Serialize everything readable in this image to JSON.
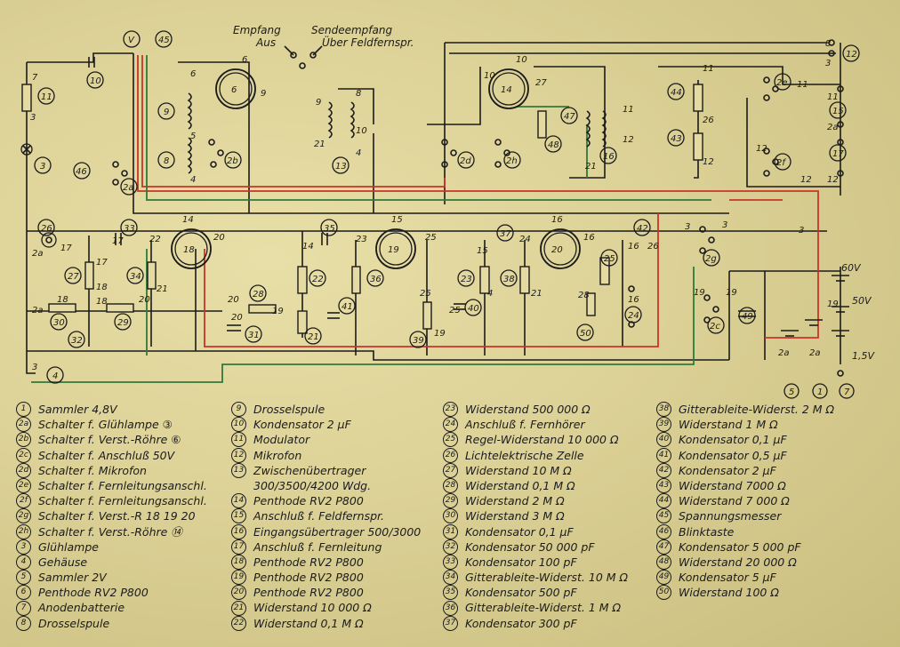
{
  "header": {
    "label_a": "Empfang",
    "label_b": "Sendeempfang",
    "label_c": "Aus",
    "label_d": "Über Feldfernspr."
  },
  "voltages": {
    "v60": "60V",
    "v50": "50V",
    "v15": "1,5V"
  },
  "corner_refs": [
    "5",
    "1",
    "7"
  ],
  "component_numbers": {
    "n1": "1",
    "n2a": "2a",
    "n2b": "2b",
    "n2c": "2c",
    "n2d": "2d",
    "n2e": "2e",
    "n2f": "2f",
    "n2g": "2g",
    "n2h": "2h",
    "n3": "3",
    "n4": "4",
    "n5": "5",
    "n6": "6",
    "n7": "7",
    "n8": "8",
    "n9": "9",
    "n10": "10",
    "n11": "11",
    "n12": "12",
    "n13": "13",
    "n14": "14",
    "n15": "15",
    "n16": "16",
    "n17": "17",
    "n18": "18",
    "n19": "19",
    "n20": "20",
    "n21": "21",
    "n22": "22",
    "n23": "23",
    "n24": "24",
    "n25": "25",
    "n26": "26",
    "n27": "27",
    "n28": "28",
    "n29": "29",
    "n30": "30",
    "n31": "31",
    "n32": "32",
    "n33": "33",
    "n34": "34",
    "n35": "35",
    "n36": "36",
    "n37": "37",
    "n38": "38",
    "n39": "39",
    "n40": "40",
    "n41": "41",
    "n42": "42",
    "n43": "43",
    "n44": "44",
    "n45": "45",
    "n46": "46",
    "n47": "47",
    "n48": "48",
    "n49": "49",
    "n50": "50"
  },
  "legend": {
    "col1": [
      {
        "num": "1",
        "text": "Sammler 4,8V"
      },
      {
        "num": "2a",
        "text": "Schalter f. Glühlampe ③"
      },
      {
        "num": "2b",
        "text": "Schalter f. Verst.-Röhre ⑥"
      },
      {
        "num": "2c",
        "text": "Schalter f. Anschluß 50V"
      },
      {
        "num": "2d",
        "text": "Schalter f. Mikrofon"
      },
      {
        "num": "2e",
        "text": "Schalter f. Fernleitungsanschl."
      },
      {
        "num": "2f",
        "text": "Schalter f. Fernleitungsanschl."
      },
      {
        "num": "2g",
        "text": "Schalter f. Verst.-R 18 19 20"
      },
      {
        "num": "2h",
        "text": "Schalter f. Verst.-Röhre ⑭"
      },
      {
        "num": "3",
        "text": "Glühlampe"
      },
      {
        "num": "4",
        "text": "Gehäuse"
      },
      {
        "num": "5",
        "text": "Sammler 2V"
      },
      {
        "num": "6",
        "text": "Penthode RV2 P800"
      },
      {
        "num": "7",
        "text": "Anodenbatterie"
      },
      {
        "num": "8",
        "text": "Drosselspule"
      }
    ],
    "col2": [
      {
        "num": "9",
        "text": "Drosselspule"
      },
      {
        "num": "10",
        "text": "Kondensator 2 µF"
      },
      {
        "num": "11",
        "text": "Modulator"
      },
      {
        "num": "12",
        "text": "Mikrofon"
      },
      {
        "num": "13",
        "text": "Zwischenübertrager"
      },
      {
        "num": "",
        "text": "300/3500/4200 Wdg."
      },
      {
        "num": "14",
        "text": "Penthode RV2 P800"
      },
      {
        "num": "15",
        "text": "Anschluß f. Feldfernspr."
      },
      {
        "num": "16",
        "text": "Eingangsübertrager 500/3000"
      },
      {
        "num": "17",
        "text": "Anschluß f. Fernleitung"
      },
      {
        "num": "18",
        "text": "Penthode RV2 P800"
      },
      {
        "num": "19",
        "text": "Penthode RV2 P800"
      },
      {
        "num": "20",
        "text": "Penthode RV2 P800"
      },
      {
        "num": "21",
        "text": "Widerstand 10 000 Ω"
      },
      {
        "num": "22",
        "text": "Widerstand 0,1 M Ω"
      }
    ],
    "col3": [
      {
        "num": "23",
        "text": "Widerstand 500 000 Ω"
      },
      {
        "num": "24",
        "text": "Anschluß f. Fernhörer"
      },
      {
        "num": "25",
        "text": "Regel-Widerstand 10 000 Ω"
      },
      {
        "num": "26",
        "text": "Lichtelektrische Zelle"
      },
      {
        "num": "27",
        "text": "Widerstand 10 M Ω"
      },
      {
        "num": "28",
        "text": "Widerstand 0,1 M Ω"
      },
      {
        "num": "29",
        "text": "Widerstand 2 M Ω"
      },
      {
        "num": "30",
        "text": "Widerstand 3 M Ω"
      },
      {
        "num": "31",
        "text": "Kondensator 0,1 µF"
      },
      {
        "num": "32",
        "text": "Kondensator 50 000 pF"
      },
      {
        "num": "33",
        "text": "Kondensator 100 pF"
      },
      {
        "num": "34",
        "text": "Gitterableite-Widerst. 10 M Ω"
      },
      {
        "num": "35",
        "text": "Kondensator 500 pF"
      },
      {
        "num": "36",
        "text": "Gitterableite-Widerst. 1 M Ω"
      },
      {
        "num": "37",
        "text": "Kondensator 300 pF"
      }
    ],
    "col4": [
      {
        "num": "38",
        "text": "Gitterableite-Widerst. 2 M Ω"
      },
      {
        "num": "39",
        "text": "Widerstand 1 M Ω"
      },
      {
        "num": "40",
        "text": "Kondensator 0,1 µF"
      },
      {
        "num": "41",
        "text": "Kondensator 0,5 µF"
      },
      {
        "num": "42",
        "text": "Kondensator 2 µF"
      },
      {
        "num": "43",
        "text": "Widerstand 7000 Ω"
      },
      {
        "num": "44",
        "text": "Widerstand 7 000 Ω"
      },
      {
        "num": "45",
        "text": "Spannungsmesser"
      },
      {
        "num": "46",
        "text": "Blinktaste"
      },
      {
        "num": "47",
        "text": "Kondensator 5 000 pF"
      },
      {
        "num": "48",
        "text": "Widerstand 20 000 Ω"
      },
      {
        "num": "49",
        "text": "Kondensator 5 µF"
      },
      {
        "num": "50",
        "text": "Widerstand 100 Ω"
      }
    ]
  }
}
